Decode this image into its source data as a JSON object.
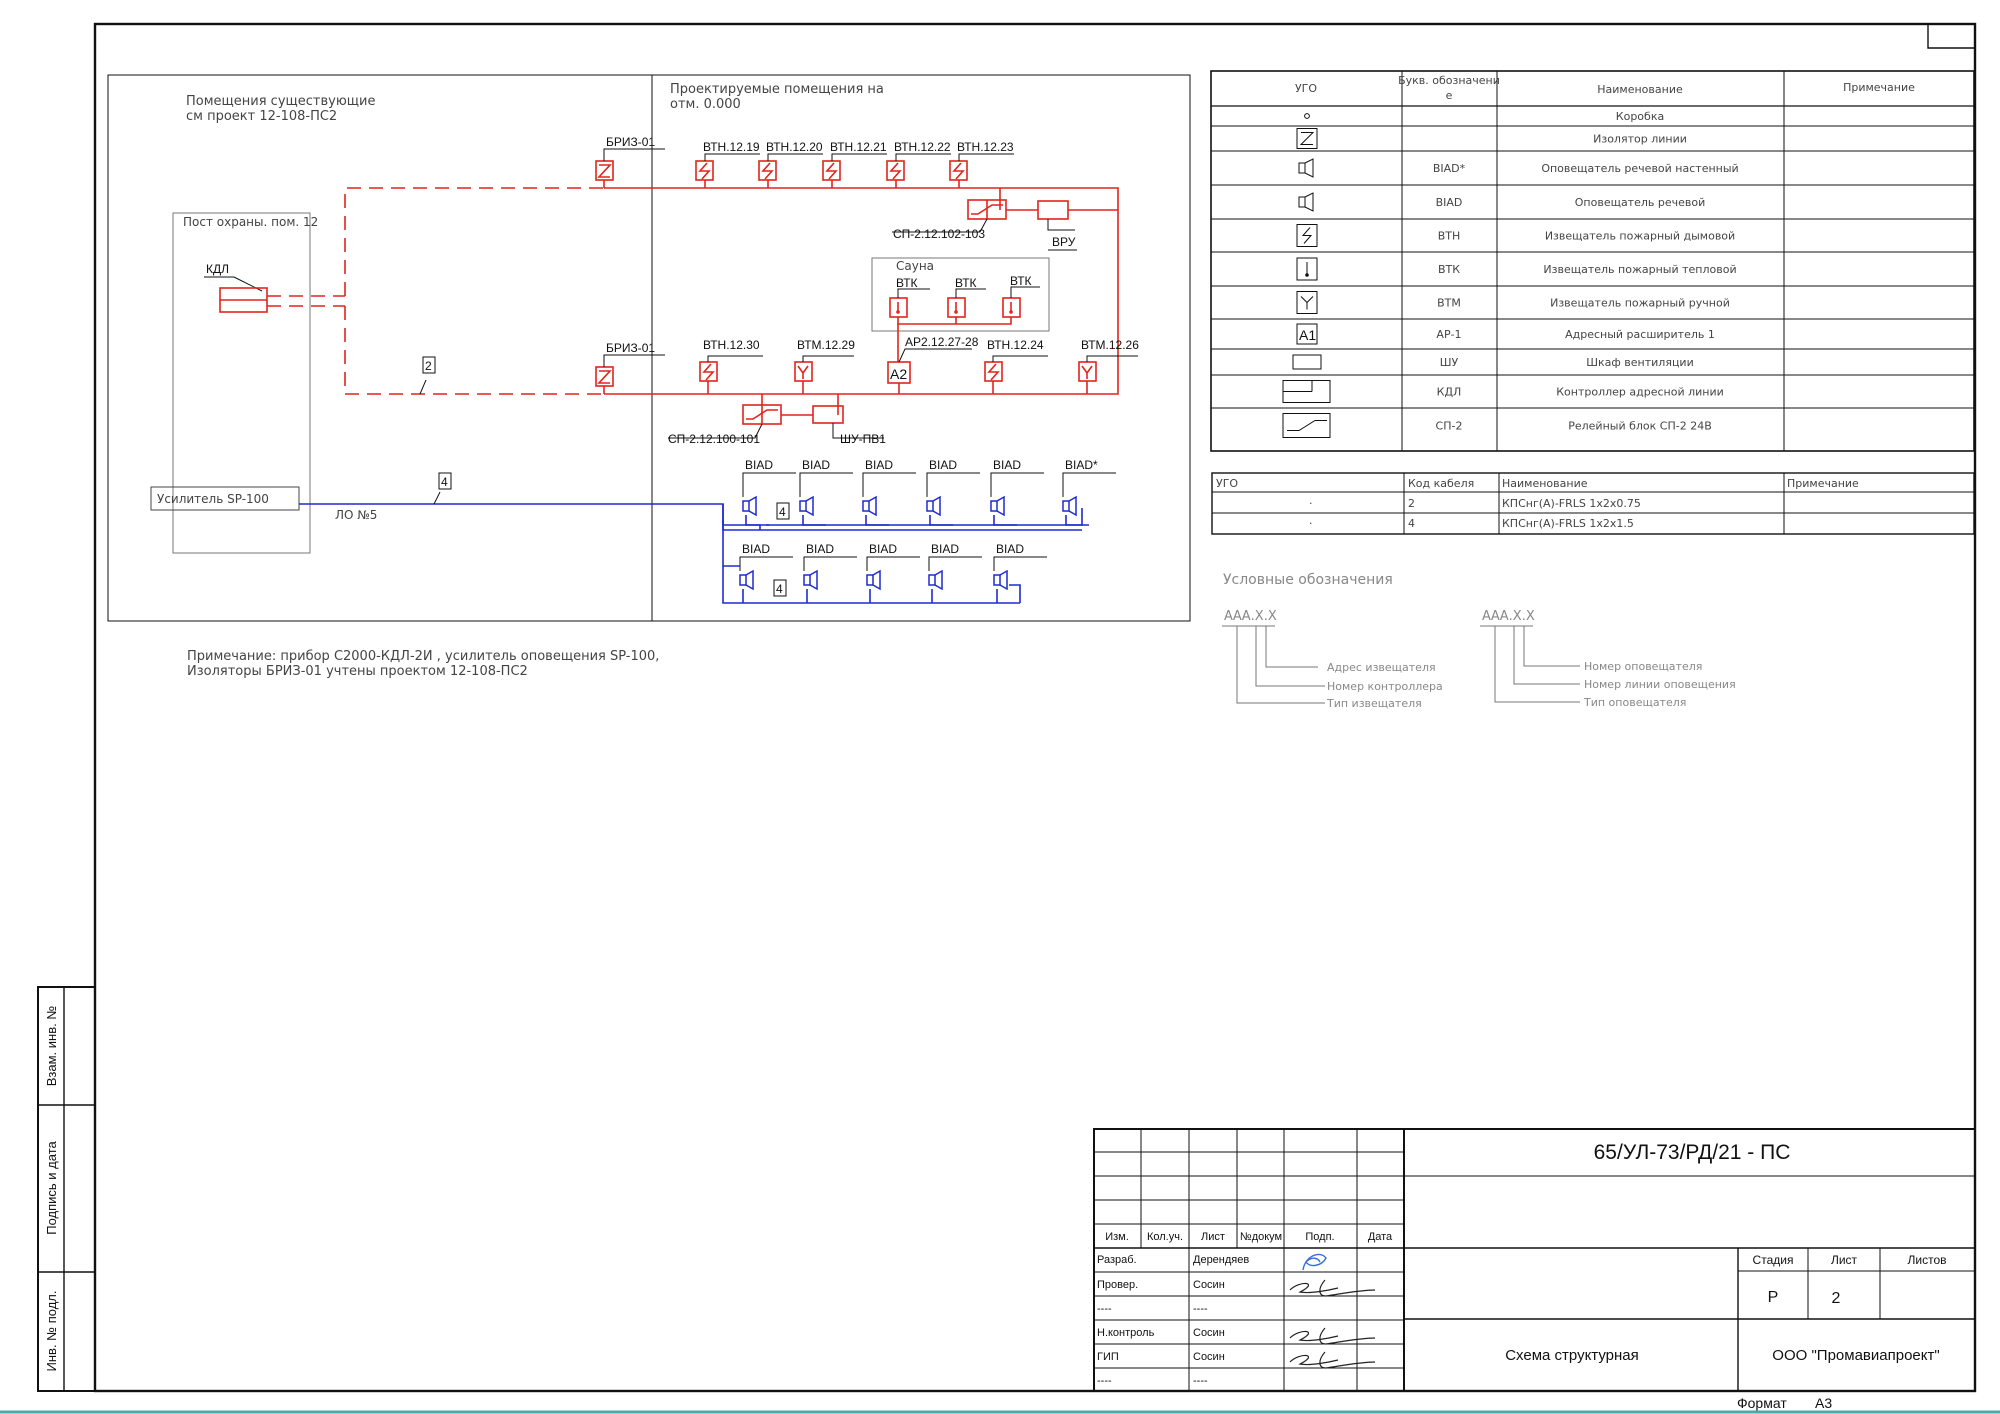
{
  "drawing": {
    "existing_rooms": [
      "Помещения существующие",
      "см проект 12-108-ПС2"
    ],
    "designed_rooms": [
      "Проектируемые помещения на",
      "отм. 0.000"
    ],
    "guard_post": "Пост охраны. пом. 12",
    "kdl": "КДЛ",
    "amplifier": "Усилитель SP-100",
    "lo": "ЛО №5",
    "wire_marks": [
      "2",
      "4",
      "4",
      "4"
    ],
    "sauna": "Сауна",
    "isolator_top": "БРИЗ-01",
    "isolator_bottom": "БРИЗ-01",
    "detectors_top": [
      "ВТН.12.19",
      "ВТН.12.20",
      "ВТН.12.21",
      "ВТН.12.22",
      "ВТН.12.23"
    ],
    "relay_top": "СП-2.12.102-103",
    "vru": "ВРУ",
    "sauna_detectors": [
      "ВТК",
      "ВТК",
      "ВТК"
    ],
    "ap_label": "АР2.12.27-28",
    "ap_symbol": "А2",
    "bottom_detectors": [
      "ВТН.12.30",
      "ВТМ.12.29",
      "ВТН.12.24",
      "ВТМ.12.26"
    ],
    "relay_bottom": "СП-2.12.100-101",
    "shu": "ШУ-ПВ1",
    "speakers_row1": [
      "BIAD",
      "BIAD",
      "BIAD",
      "BIAD",
      "BIAD",
      "BIAD*"
    ],
    "speakers_row2": [
      "BIAD",
      "BIAD",
      "BIAD",
      "BIAD",
      "BIAD"
    ],
    "note": [
      "Примечание: прибор С2000-КДЛ-2И , усилитель оповещения SP-100,",
      "Изоляторы БРИЗ-01 учтены проектом 12-108-ПС2"
    ]
  },
  "legend": {
    "headers": [
      "УГО",
      "Букв. обозначени",
      "Наименование",
      "Примечание"
    ],
    "header_cont": "е",
    "rows": [
      {
        "sym": "dot",
        "code": "",
        "name": "Коробка"
      },
      {
        "sym": "isolator",
        "code": "",
        "name": "Изолятор линии"
      },
      {
        "sym": "speaker",
        "code": "BIAD*",
        "name": "Оповещатель речевой настенный"
      },
      {
        "sym": "speaker",
        "code": "BIAD",
        "name": "Оповещатель речевой"
      },
      {
        "sym": "smoke",
        "code": "ВТН",
        "name": "Извещатель пожарный дымовой"
      },
      {
        "sym": "heat",
        "code": "ВТК",
        "name": "Извещатель пожарный тепловой"
      },
      {
        "sym": "manual",
        "code": "ВТМ",
        "name": "Извещатель пожарный ручной"
      },
      {
        "sym": "ap",
        "code": "АР-1",
        "name": "Адресный расширитель 1"
      },
      {
        "sym": "cabinet",
        "code": "ШУ",
        "name": "Шкаф вентиляции"
      },
      {
        "sym": "kdl",
        "code": "КДЛ",
        "name": "Контроллер адресной линии"
      },
      {
        "sym": "relay",
        "code": "СП-2",
        "name": "Релейный блок СП-2 24В"
      }
    ],
    "ap_symbol": "А1"
  },
  "cables": {
    "headers": [
      "УГО",
      "Код кабеля",
      "Наименование",
      "Примечание"
    ],
    "rows": [
      {
        "ugo": "·",
        "code": "2",
        "name": "КПСнг(А)-FRLS 1х2х0.75"
      },
      {
        "ugo": "·",
        "code": "4",
        "name": "КПСнг(А)-FRLS 1х2х1.5"
      }
    ]
  },
  "notation": {
    "title": "Условные обозначения",
    "left": {
      "code": "ААА.Х.Х",
      "lines": [
        "Адрес извещателя",
        "Номер контроллера",
        "Тип извещателя"
      ]
    },
    "right": {
      "code": "ААА.Х.Х",
      "lines": [
        "Номер оповещателя",
        "Номер линии оповещения",
        "Тип оповещателя"
      ]
    }
  },
  "stamp": {
    "doc_code": "65/УЛ-73/РД/21 - ПС",
    "cols": [
      "Изм.",
      "Кол.уч.",
      "Лист",
      "№докум",
      "Подп.",
      "Дата"
    ],
    "people": [
      {
        "role": "Разраб.",
        "name": "Деренд­яев"
      },
      {
        "role": "Провер.",
        "name": "Сосин"
      },
      {
        "role": "----",
        "name": "----"
      },
      {
        "role": "Н.контроль",
        "name": "Сосин"
      },
      {
        "role": "ГИП",
        "name": "Сосин"
      },
      {
        "role": "----",
        "name": "----"
      }
    ],
    "stage_label": "Стадия",
    "sheet_label": "Лист",
    "sheets_label": "Листов",
    "stage": "Р",
    "sheet": "2",
    "sheets": "",
    "title": "Схема структурная",
    "company": "ООО \"Промавиапроект\"",
    "format_label": "Формат",
    "format": "А3"
  },
  "side_stamp": [
    "Взам. инв. №",
    "Подпись и дата",
    "Инв. № подл."
  ],
  "colors": {
    "fire": "#e1251b",
    "voice": "#1f2bd0",
    "ink": "#111111"
  }
}
